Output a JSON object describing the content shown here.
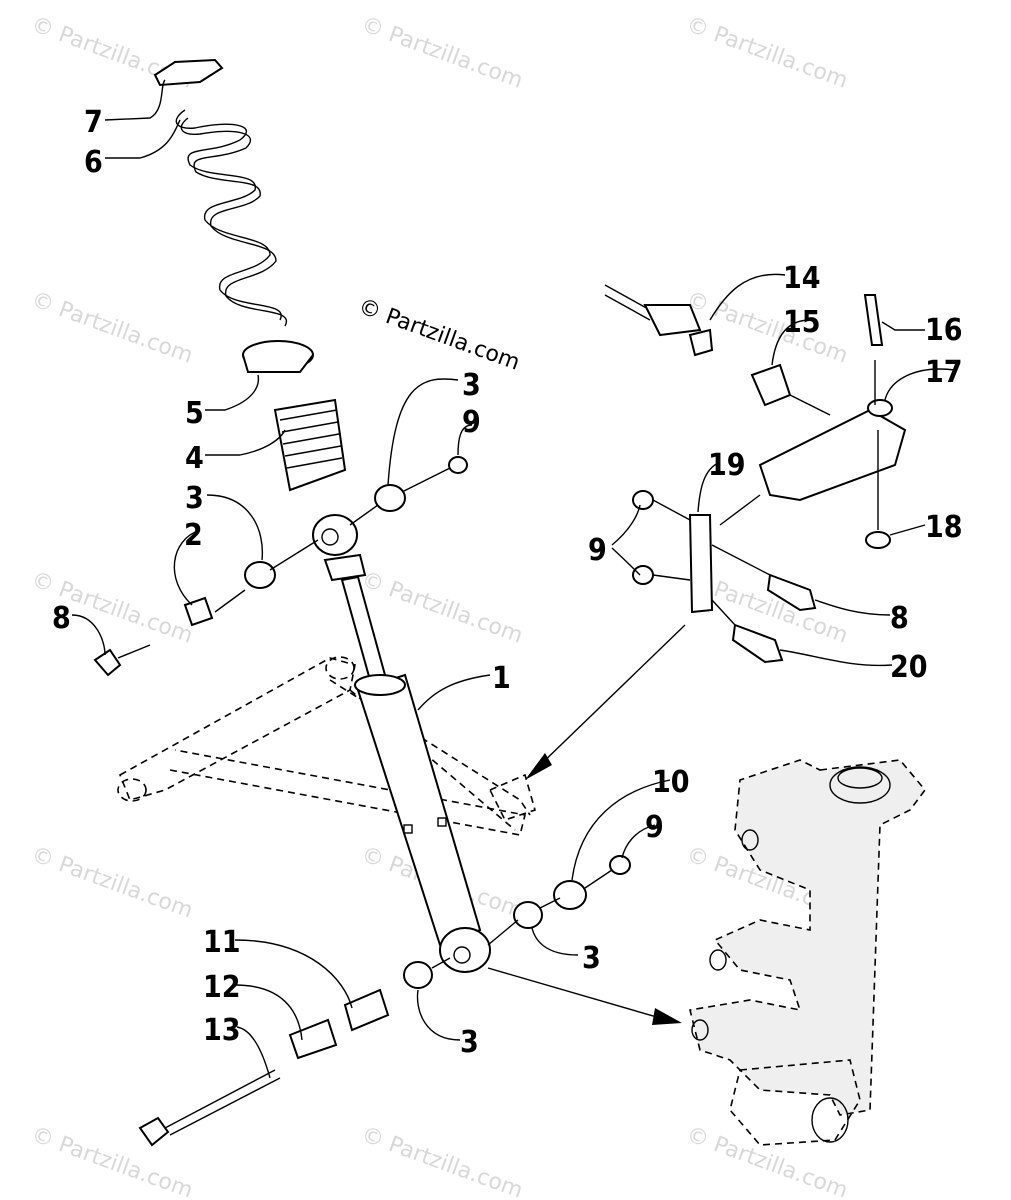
{
  "copyright": "© Partzilla.com",
  "watermark": "© Partzilla.com",
  "callouts": [
    {
      "id": "c7",
      "label": "7"
    },
    {
      "id": "c6",
      "label": "6"
    },
    {
      "id": "c5",
      "label": "5"
    },
    {
      "id": "c4",
      "label": "4"
    },
    {
      "id": "c3a",
      "label": "3"
    },
    {
      "id": "c9a",
      "label": "9"
    },
    {
      "id": "c3b",
      "label": "3"
    },
    {
      "id": "c2",
      "label": "2"
    },
    {
      "id": "c8a",
      "label": "8"
    },
    {
      "id": "c1",
      "label": "1"
    },
    {
      "id": "c14",
      "label": "14"
    },
    {
      "id": "c15",
      "label": "15"
    },
    {
      "id": "c16",
      "label": "16"
    },
    {
      "id": "c17",
      "label": "17"
    },
    {
      "id": "c19",
      "label": "19"
    },
    {
      "id": "c9b",
      "label": "9"
    },
    {
      "id": "c18",
      "label": "18"
    },
    {
      "id": "c8b",
      "label": "8"
    },
    {
      "id": "c20",
      "label": "20"
    },
    {
      "id": "c10",
      "label": "10"
    },
    {
      "id": "c9c",
      "label": "9"
    },
    {
      "id": "c3c",
      "label": "3"
    },
    {
      "id": "c3d",
      "label": "3"
    },
    {
      "id": "c11",
      "label": "11"
    },
    {
      "id": "c12",
      "label": "12"
    },
    {
      "id": "c13",
      "label": "13"
    }
  ]
}
